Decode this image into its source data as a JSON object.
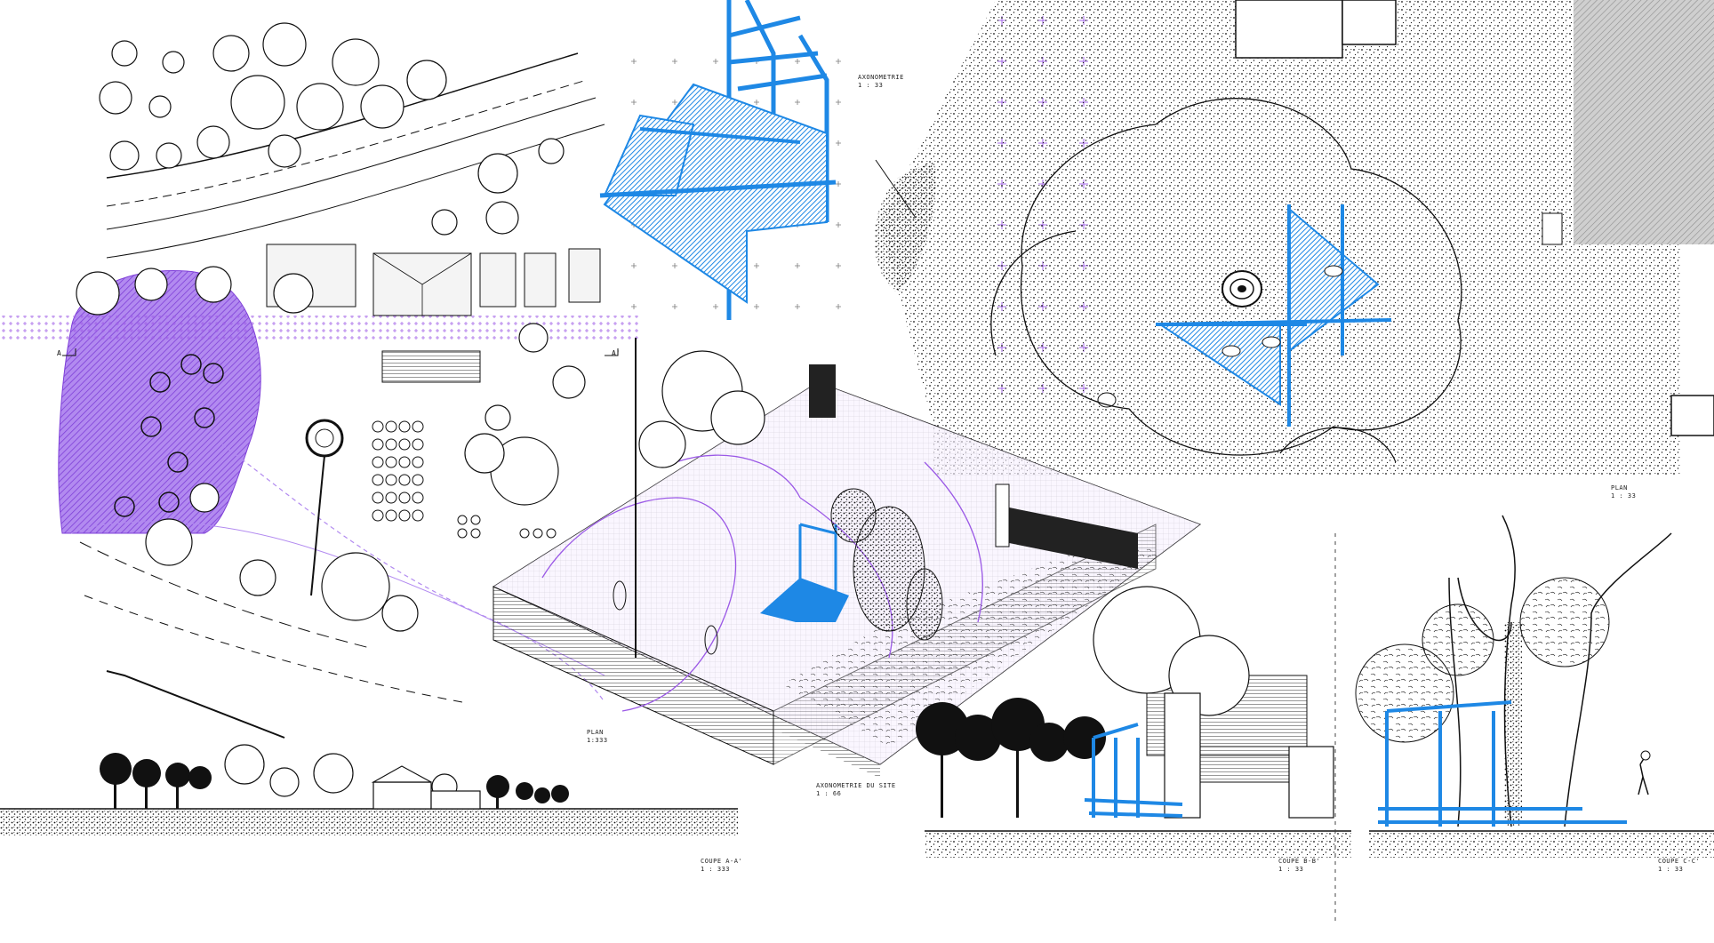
{
  "labels": {
    "axo_top_title": "AXONOMETRIE",
    "axo_top_scale": "1 : 33",
    "plan_small_title": "PLAN",
    "plan_small_scale": "1 : 33",
    "plan_site_title": "PLAN",
    "plan_site_scale": "1:333",
    "axo_site_title": "AXONOMETRIE DU SITE",
    "axo_site_scale": "1 : 66",
    "section_a_title": "COUPE A-A'",
    "section_a_scale": "1 : 333",
    "section_b_title": "COUPE B-B'",
    "section_b_scale": "1 : 33",
    "section_c_title": "COUPE C-C'",
    "section_c_scale": "1 : 33",
    "cut_a_left": "A",
    "cut_a_right": "A'"
  },
  "colors": {
    "accent_blue": "#1e88e5",
    "accent_purple": "#9b59e6",
    "ink": "#111111",
    "background": "#ffffff"
  }
}
